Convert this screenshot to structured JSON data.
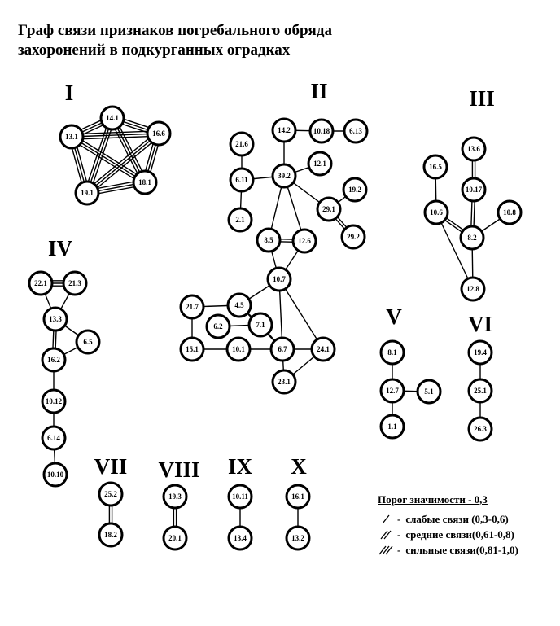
{
  "title": {
    "line1": "Граф связи признаков  погребального обряда",
    "line2": "захоронений в подкурганных оградках"
  },
  "groups": [
    {
      "label": "I"
    },
    {
      "label": "II"
    },
    {
      "label": "III"
    },
    {
      "label": "IV"
    },
    {
      "label": "V"
    },
    {
      "label": "VI"
    },
    {
      "label": "VII"
    },
    {
      "label": "VIII"
    },
    {
      "label": "IX"
    },
    {
      "label": "X"
    }
  ],
  "nodes": [
    "14.1",
    "16.6",
    "18.1",
    "19.1",
    "13.1",
    "14.2",
    "10.18",
    "6.13",
    "21.6",
    "6.11",
    "39.2",
    "12.1",
    "2.1",
    "19.2",
    "29.1",
    "29.2",
    "8.5",
    "12.6",
    "10.7",
    "21.7",
    "4.5",
    "6.2",
    "7.1",
    "15.1",
    "10.1",
    "6.7",
    "24.1",
    "23.1",
    "13.6",
    "16.5",
    "10.17",
    "10.6",
    "10.8",
    "8.2",
    "12.8",
    "22.1",
    "21.3",
    "13.3",
    "6.5",
    "16.2",
    "10.12",
    "6.14",
    "10.10",
    "8.1",
    "12.7",
    "5.1",
    "1.1",
    "19.4",
    "25.1",
    "26.3",
    "25.2",
    "18.2",
    "19.3",
    "20.1",
    "10.11",
    "13.4",
    "16.1",
    "13.2"
  ],
  "edges": [
    [
      "14.1",
      "16.6",
      3
    ],
    [
      "14.1",
      "18.1",
      3
    ],
    [
      "14.1",
      "19.1",
      3
    ],
    [
      "14.1",
      "13.1",
      3
    ],
    [
      "16.6",
      "18.1",
      3
    ],
    [
      "16.6",
      "19.1",
      3
    ],
    [
      "16.6",
      "13.1",
      3
    ],
    [
      "18.1",
      "19.1",
      3
    ],
    [
      "18.1",
      "13.1",
      3
    ],
    [
      "19.1",
      "13.1",
      3
    ],
    [
      "14.2",
      "10.18",
      1
    ],
    [
      "10.18",
      "6.13",
      1
    ],
    [
      "14.2",
      "39.2",
      1
    ],
    [
      "21.6",
      "6.11",
      1
    ],
    [
      "6.11",
      "2.1",
      1
    ],
    [
      "6.11",
      "39.2",
      1
    ],
    [
      "39.2",
      "12.1",
      1
    ],
    [
      "39.2",
      "29.1",
      1
    ],
    [
      "19.2",
      "29.1",
      1
    ],
    [
      "29.1",
      "29.2",
      2
    ],
    [
      "39.2",
      "8.5",
      1
    ],
    [
      "39.2",
      "12.6",
      1
    ],
    [
      "8.5",
      "12.6",
      2
    ],
    [
      "8.5",
      "10.7",
      1
    ],
    [
      "12.6",
      "10.7",
      1
    ],
    [
      "10.7",
      "4.5",
      1
    ],
    [
      "10.7",
      "6.7",
      1
    ],
    [
      "10.7",
      "24.1",
      1
    ],
    [
      "21.7",
      "4.5",
      1
    ],
    [
      "21.7",
      "15.1",
      1
    ],
    [
      "4.5",
      "7.1",
      1
    ],
    [
      "6.2",
      "7.1",
      1
    ],
    [
      "7.1",
      "6.7",
      1
    ],
    [
      "4.5",
      "6.7",
      1
    ],
    [
      "15.1",
      "10.1",
      1
    ],
    [
      "10.1",
      "6.7",
      1
    ],
    [
      "6.7",
      "24.1",
      1
    ],
    [
      "6.7",
      "23.1",
      1
    ],
    [
      "23.1",
      "24.1",
      1
    ],
    [
      "13.6",
      "10.17",
      2
    ],
    [
      "16.5",
      "10.6",
      1
    ],
    [
      "10.17",
      "8.2",
      2
    ],
    [
      "10.6",
      "8.2",
      2
    ],
    [
      "10.8",
      "8.2",
      1
    ],
    [
      "10.6",
      "12.8",
      1
    ],
    [
      "8.2",
      "12.8",
      1
    ],
    [
      "22.1",
      "21.3",
      3
    ],
    [
      "22.1",
      "13.3",
      1
    ],
    [
      "21.3",
      "13.3",
      1
    ],
    [
      "13.3",
      "16.2",
      2
    ],
    [
      "13.3",
      "6.5",
      1
    ],
    [
      "6.5",
      "16.2",
      1
    ],
    [
      "16.2",
      "10.12",
      1
    ],
    [
      "10.12",
      "6.14",
      1
    ],
    [
      "6.14",
      "10.10",
      1
    ],
    [
      "8.1",
      "12.7",
      1
    ],
    [
      "12.7",
      "5.1",
      1
    ],
    [
      "12.7",
      "1.1",
      1
    ],
    [
      "19.4",
      "25.1",
      1
    ],
    [
      "25.1",
      "26.3",
      1
    ],
    [
      "25.2",
      "18.2",
      2
    ],
    [
      "19.3",
      "20.1",
      2
    ],
    [
      "10.11",
      "13.4",
      1
    ],
    [
      "16.1",
      "13.2",
      1
    ]
  ],
  "legend": {
    "title": "Порог значимости - 0,3",
    "items": [
      {
        "lines": 1,
        "text": "слабые связи (0,3-0,6)"
      },
      {
        "lines": 2,
        "text": "средние связи(0,61-0,8)"
      },
      {
        "lines": 3,
        "text": "сильные связи(0,81-1,0)"
      }
    ]
  }
}
